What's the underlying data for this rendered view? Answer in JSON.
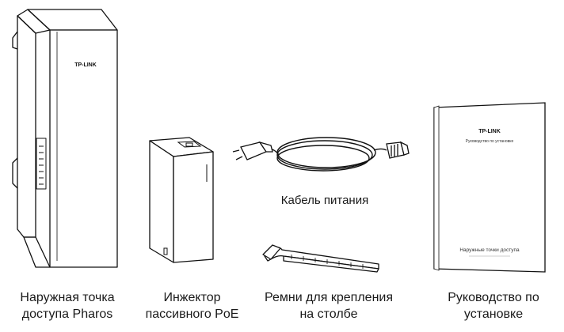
{
  "items": [
    {
      "name": "access-point",
      "caption_line1": "Наружная точка",
      "caption_line2": "доступа Pharos",
      "brand": "TP-LINK"
    },
    {
      "name": "poe-injector",
      "caption_line1": "Инжектор",
      "caption_line2": "пассивного PoE"
    },
    {
      "name": "power-cable",
      "label": "Кабель питания"
    },
    {
      "name": "pole-straps",
      "caption_line1": "Ремни для крепления",
      "caption_line2": "на столбе"
    },
    {
      "name": "installation-guide",
      "caption_line1": "Руководство по",
      "caption_line2": "установке",
      "brand": "TP-LINK",
      "cover_subtitle": "Руководство по установке",
      "cover_title": "Наружные точки доступа"
    }
  ]
}
